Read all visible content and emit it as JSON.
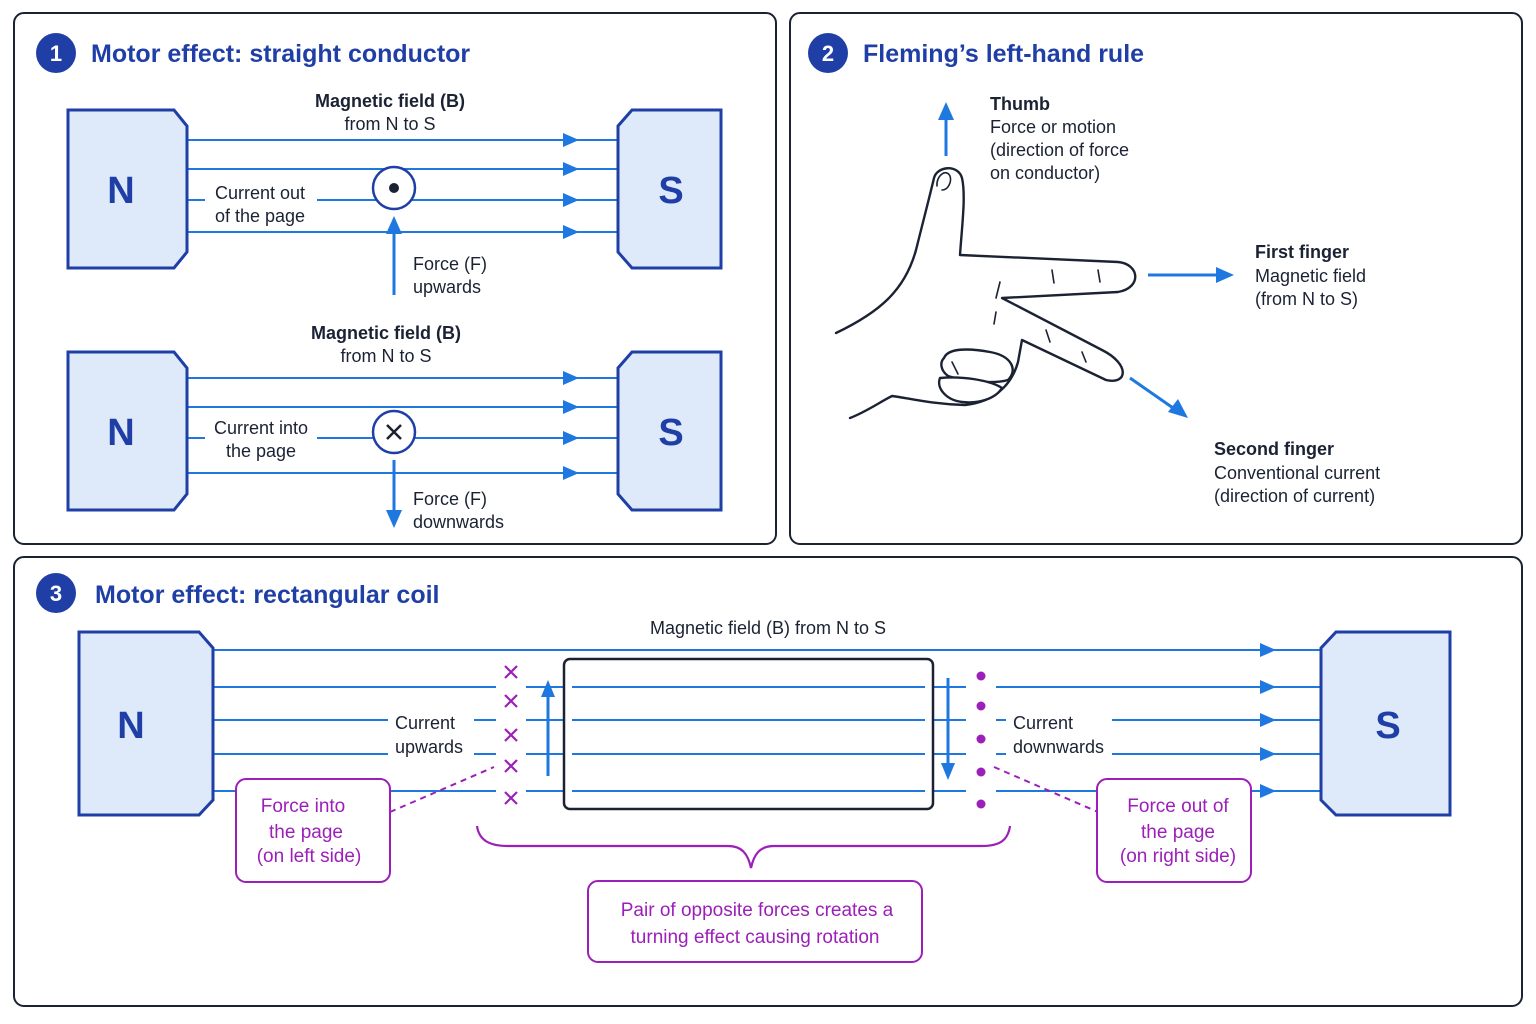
{
  "panel1": {
    "number": "1",
    "title": "Motor effect: straight conductor",
    "diagram_a": {
      "north": "N",
      "south": "S",
      "field_line1": "Magnetic field (B)",
      "field_line2": "from N to S",
      "current_line1": "Current out",
      "current_line2": "of the page",
      "force_line1": "Force (F)",
      "force_line2": "upwards"
    },
    "diagram_b": {
      "north": "N",
      "south": "S",
      "field_line1": "Magnetic field (B)",
      "field_line2": "from N to S",
      "current_line1": "Current into",
      "current_line2": "the page",
      "force_line1": "Force (F)",
      "force_line2": "downwards"
    }
  },
  "panel2": {
    "number": "2",
    "title": "Fleming’s left-hand rule",
    "thumb": {
      "heading": "Thumb",
      "line1": "Force or motion",
      "line2": "(direction of force",
      "line3": "on conductor)"
    },
    "first_finger": {
      "heading": "First finger",
      "line1": "Magnetic field",
      "line2": "(from N to S)"
    },
    "second_finger": {
      "heading": "Second finger",
      "line1": "Conventional current",
      "line2": "(direction of current)"
    }
  },
  "panel3": {
    "number": "3",
    "title": "Motor effect: rectangular coil",
    "north": "N",
    "south": "S",
    "field_label": "Magnetic field (B) from N to S",
    "left_current_line1": "Current",
    "left_current_line2": "upwards",
    "right_current_line1": "Current",
    "right_current_line2": "downwards",
    "left_force_line1": "Force into",
    "left_force_line2": "the page",
    "left_force_line3": "(on left side)",
    "right_force_line1": "Force out of",
    "right_force_line2": "the page",
    "right_force_line3": "(on right side)",
    "couple_line1": "Pair of opposite forces creates a",
    "couple_line2": "turning effect causing rotation"
  },
  "colors": {
    "title_blue": "#1f3fa6",
    "field_blue": "#1e78e0",
    "magnet_fill": "#deeaf9",
    "purple": "#9b1fb8"
  }
}
